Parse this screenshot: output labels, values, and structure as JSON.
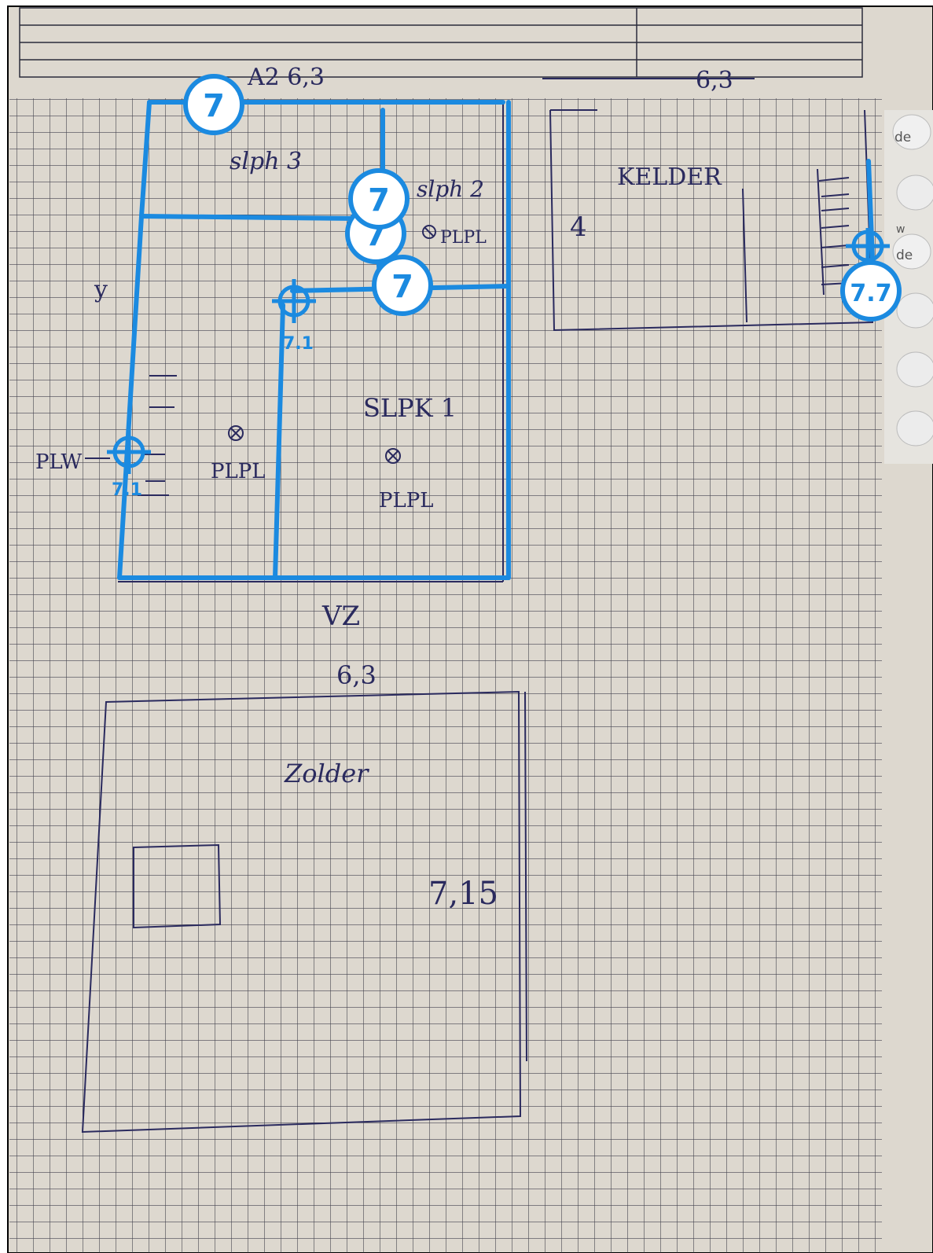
{
  "colors": {
    "paper": "#ddd8cf",
    "grid": "#2a2a3a",
    "ink": "#2a2a5e",
    "markup": "#1b8ae0",
    "tab": "#e9e9e9"
  },
  "labels": {
    "floor_a": "A2 6,3",
    "floor_b": "6,3",
    "room_alph3": "slph 3",
    "room_alph2": "slph 2",
    "pzpl_top": "PLPL",
    "margin_y": "y",
    "room_slpk1": "SLPK 1",
    "plw": "PLW",
    "pzpl_left": "PLPL",
    "pzpl_right": "PLPL",
    "vz": "VZ",
    "floor_c": "6,3",
    "zolder": "Zolder",
    "value_715": "7,15",
    "kelder": "KELDER",
    "num_4": "4",
    "tab_de_1": "de",
    "tab_de_2": "de",
    "tab_w": "w"
  },
  "markup": {
    "badge": "7",
    "badge_overlap": "7.7",
    "sub_label": "7.1"
  }
}
